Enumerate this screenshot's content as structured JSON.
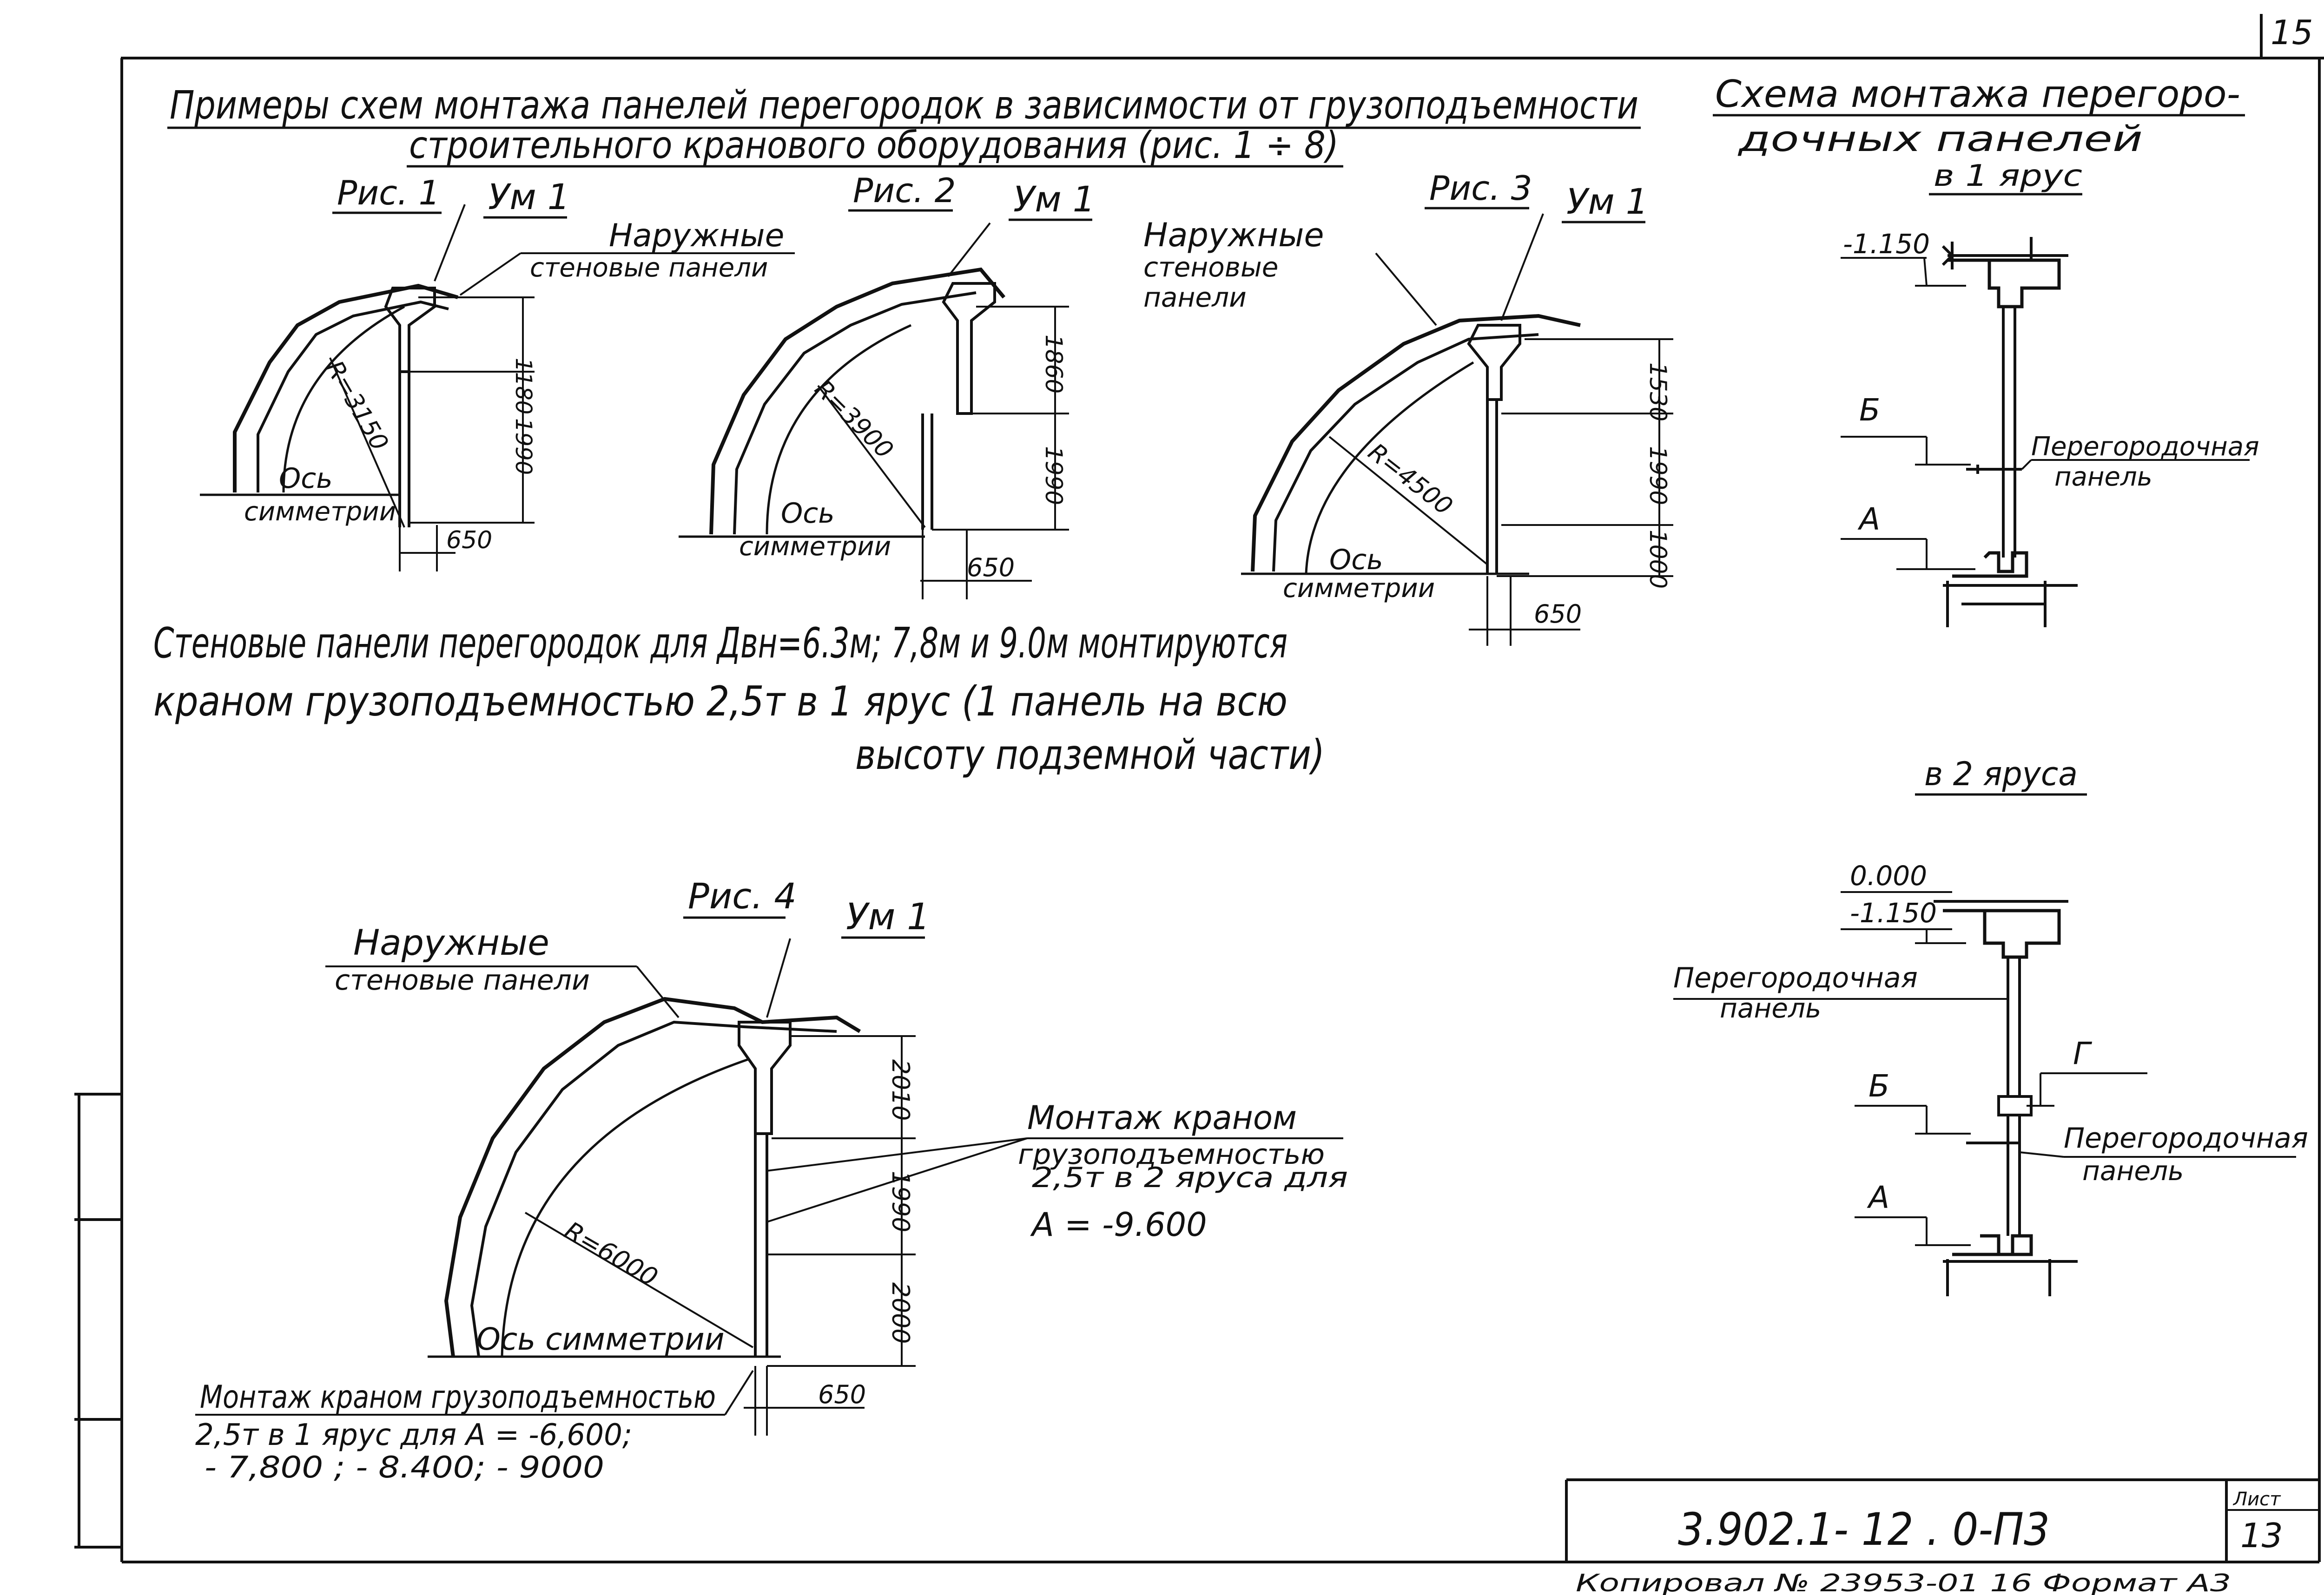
{
  "sheet_number_top": "15",
  "title": {
    "line1": "Примеры схем монтажа панелей перегородок в зависимости от грузоподъемности",
    "line2": "строительного кранового оборудования (рис. 1 ÷ 8)"
  },
  "side_title": {
    "line1": "Схема монтажа перегоро-",
    "line2": "дочных панелей",
    "tier1": "в 1 ярус",
    "tier2": "в 2 яруса"
  },
  "fig1": {
    "label": "Рис. 1",
    "node": "Ум 1",
    "outer": "Наружные",
    "outer2": "стеновые панели",
    "radius": "R=3150",
    "axis1": "Ось",
    "axis2": "симметрии",
    "dim_top": "1180",
    "dim_mid": "1990",
    "dim_w": "650"
  },
  "fig2": {
    "label": "Рис. 2",
    "node": "Ум 1",
    "radius": "R=3900",
    "axis1": "Ось",
    "axis2": "симметрии",
    "dim_top": "1860",
    "dim_mid": "1990",
    "dim_w": "650"
  },
  "fig3": {
    "label": "Рис. 3",
    "node": "Ум 1",
    "outer": "Наружные",
    "outer2": "стеновые",
    "outer3": "панели",
    "radius": "R=4500",
    "axis1": "Ось",
    "axis2": "симметрии",
    "dim_top": "1530",
    "dim_mid": "1990",
    "dim_bot": "1000",
    "dim_w": "650"
  },
  "note": {
    "line1": "Стеновые панели перегородок для Двн=6.3м; 7,8м и 9.0м монтируются",
    "line2": "краном грузоподъемностью 2,5т в 1 ярус (1 панель на всю",
    "line3": "высоту подземной части)"
  },
  "fig4": {
    "label": "Рис. 4",
    "node": "Ум 1",
    "outer": "Наружные",
    "outer2": "стеновые панели",
    "radius": "R=6000",
    "axis": "Ось симметрии",
    "dim_top": "2010",
    "dim_mid": "1990",
    "dim_bot": "2000",
    "dim_w": "650",
    "mount2_l1": "Монтаж краном",
    "mount2_l2": "грузоподъемностью",
    "mount2_l3": "2,5т в 2 яруса для",
    "mount2_l4": "А = -9.600",
    "mount1_l1": "Монтаж краном грузоподъемностью",
    "mount1_l2": "2,5т в 1 ярус для А = -6,600;",
    "mount1_l3": "- 7,800 ; - 8.400; - 9000"
  },
  "side1": {
    "level": "-1.150",
    "b": "Б",
    "a": "А",
    "panel1": "Перегородочная",
    "panel2": "панель"
  },
  "side2": {
    "level0": "0.000",
    "level": "-1.150",
    "b": "Б",
    "g": "Г",
    "a": "А",
    "panelA1": "Перегородочная",
    "panelA2": "панель",
    "panelB1": "Перегородочная",
    "panelB2": "панель"
  },
  "stamp": {
    "code": "3.902.1- 12 . 0-П3",
    "list_label": "Лист",
    "list_no": "13",
    "footer": "Копировал   № 23953-01   16   Формат А3"
  }
}
